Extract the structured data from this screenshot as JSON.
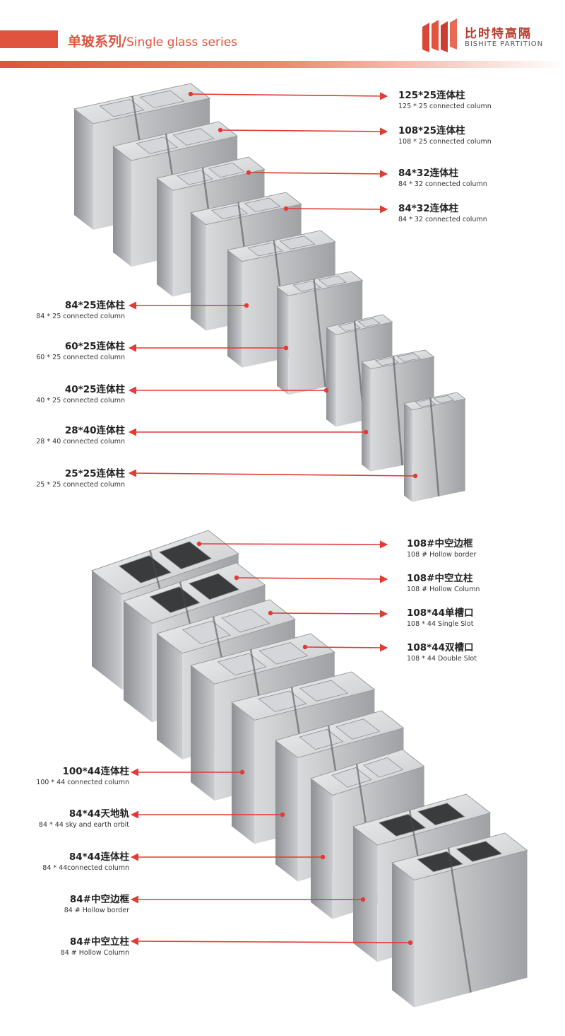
{
  "header": {
    "title_cn": "单玻系列/",
    "title_en": "Single glass series",
    "brand_cn": "比时特高隔",
    "brand_en": "BISHITE PARTITION"
  },
  "colors": {
    "accent": "#e0533f",
    "arrow": "#e23a35",
    "profile": "#b7b9bc"
  },
  "section1": {
    "right_labels": [
      {
        "main": "125*25连体柱",
        "sub": "125 * 25 connected column"
      },
      {
        "main": "108*25连体柱",
        "sub": "108 * 25 connected column"
      },
      {
        "main": "84*32连体柱",
        "sub": "84 * 32 connected column"
      },
      {
        "main": "84*32连体柱",
        "sub": "84 * 32 connected column"
      }
    ],
    "left_labels": [
      {
        "main": "84*25连体柱",
        "sub": "84 * 25 connected column"
      },
      {
        "main": "60*25连体柱",
        "sub": "60 * 25 connected column"
      },
      {
        "main": "40*25连体柱",
        "sub": "40 * 25 connected column"
      },
      {
        "main": "28*40连体柱",
        "sub": "28 * 40 connected column"
      },
      {
        "main": "25*25连体柱",
        "sub": "25 * 25 connected column"
      }
    ]
  },
  "section2": {
    "right_labels": [
      {
        "main": "108#中空边框",
        "sub": "108 # Hollow border"
      },
      {
        "main": "108#中空立柱",
        "sub": "108 # Hollow Column"
      },
      {
        "main": "108*44单槽口",
        "sub": "108 * 44 Single Slot"
      },
      {
        "main": "108*44双槽口",
        "sub": "108 * 44 Double Slot"
      }
    ],
    "left_labels": [
      {
        "main": "100*44连体柱",
        "sub": "100 * 44 connected column"
      },
      {
        "main": "84*44天地轨",
        "sub": "84 * 44 sky and earth orbit"
      },
      {
        "main": "84*44连体柱",
        "sub": "84 * 44connected column"
      },
      {
        "main": "84#中空边框",
        "sub": "84 # Hollow border"
      },
      {
        "main": "84#中空立柱",
        "sub": "84 # Hollow Column"
      }
    ]
  }
}
